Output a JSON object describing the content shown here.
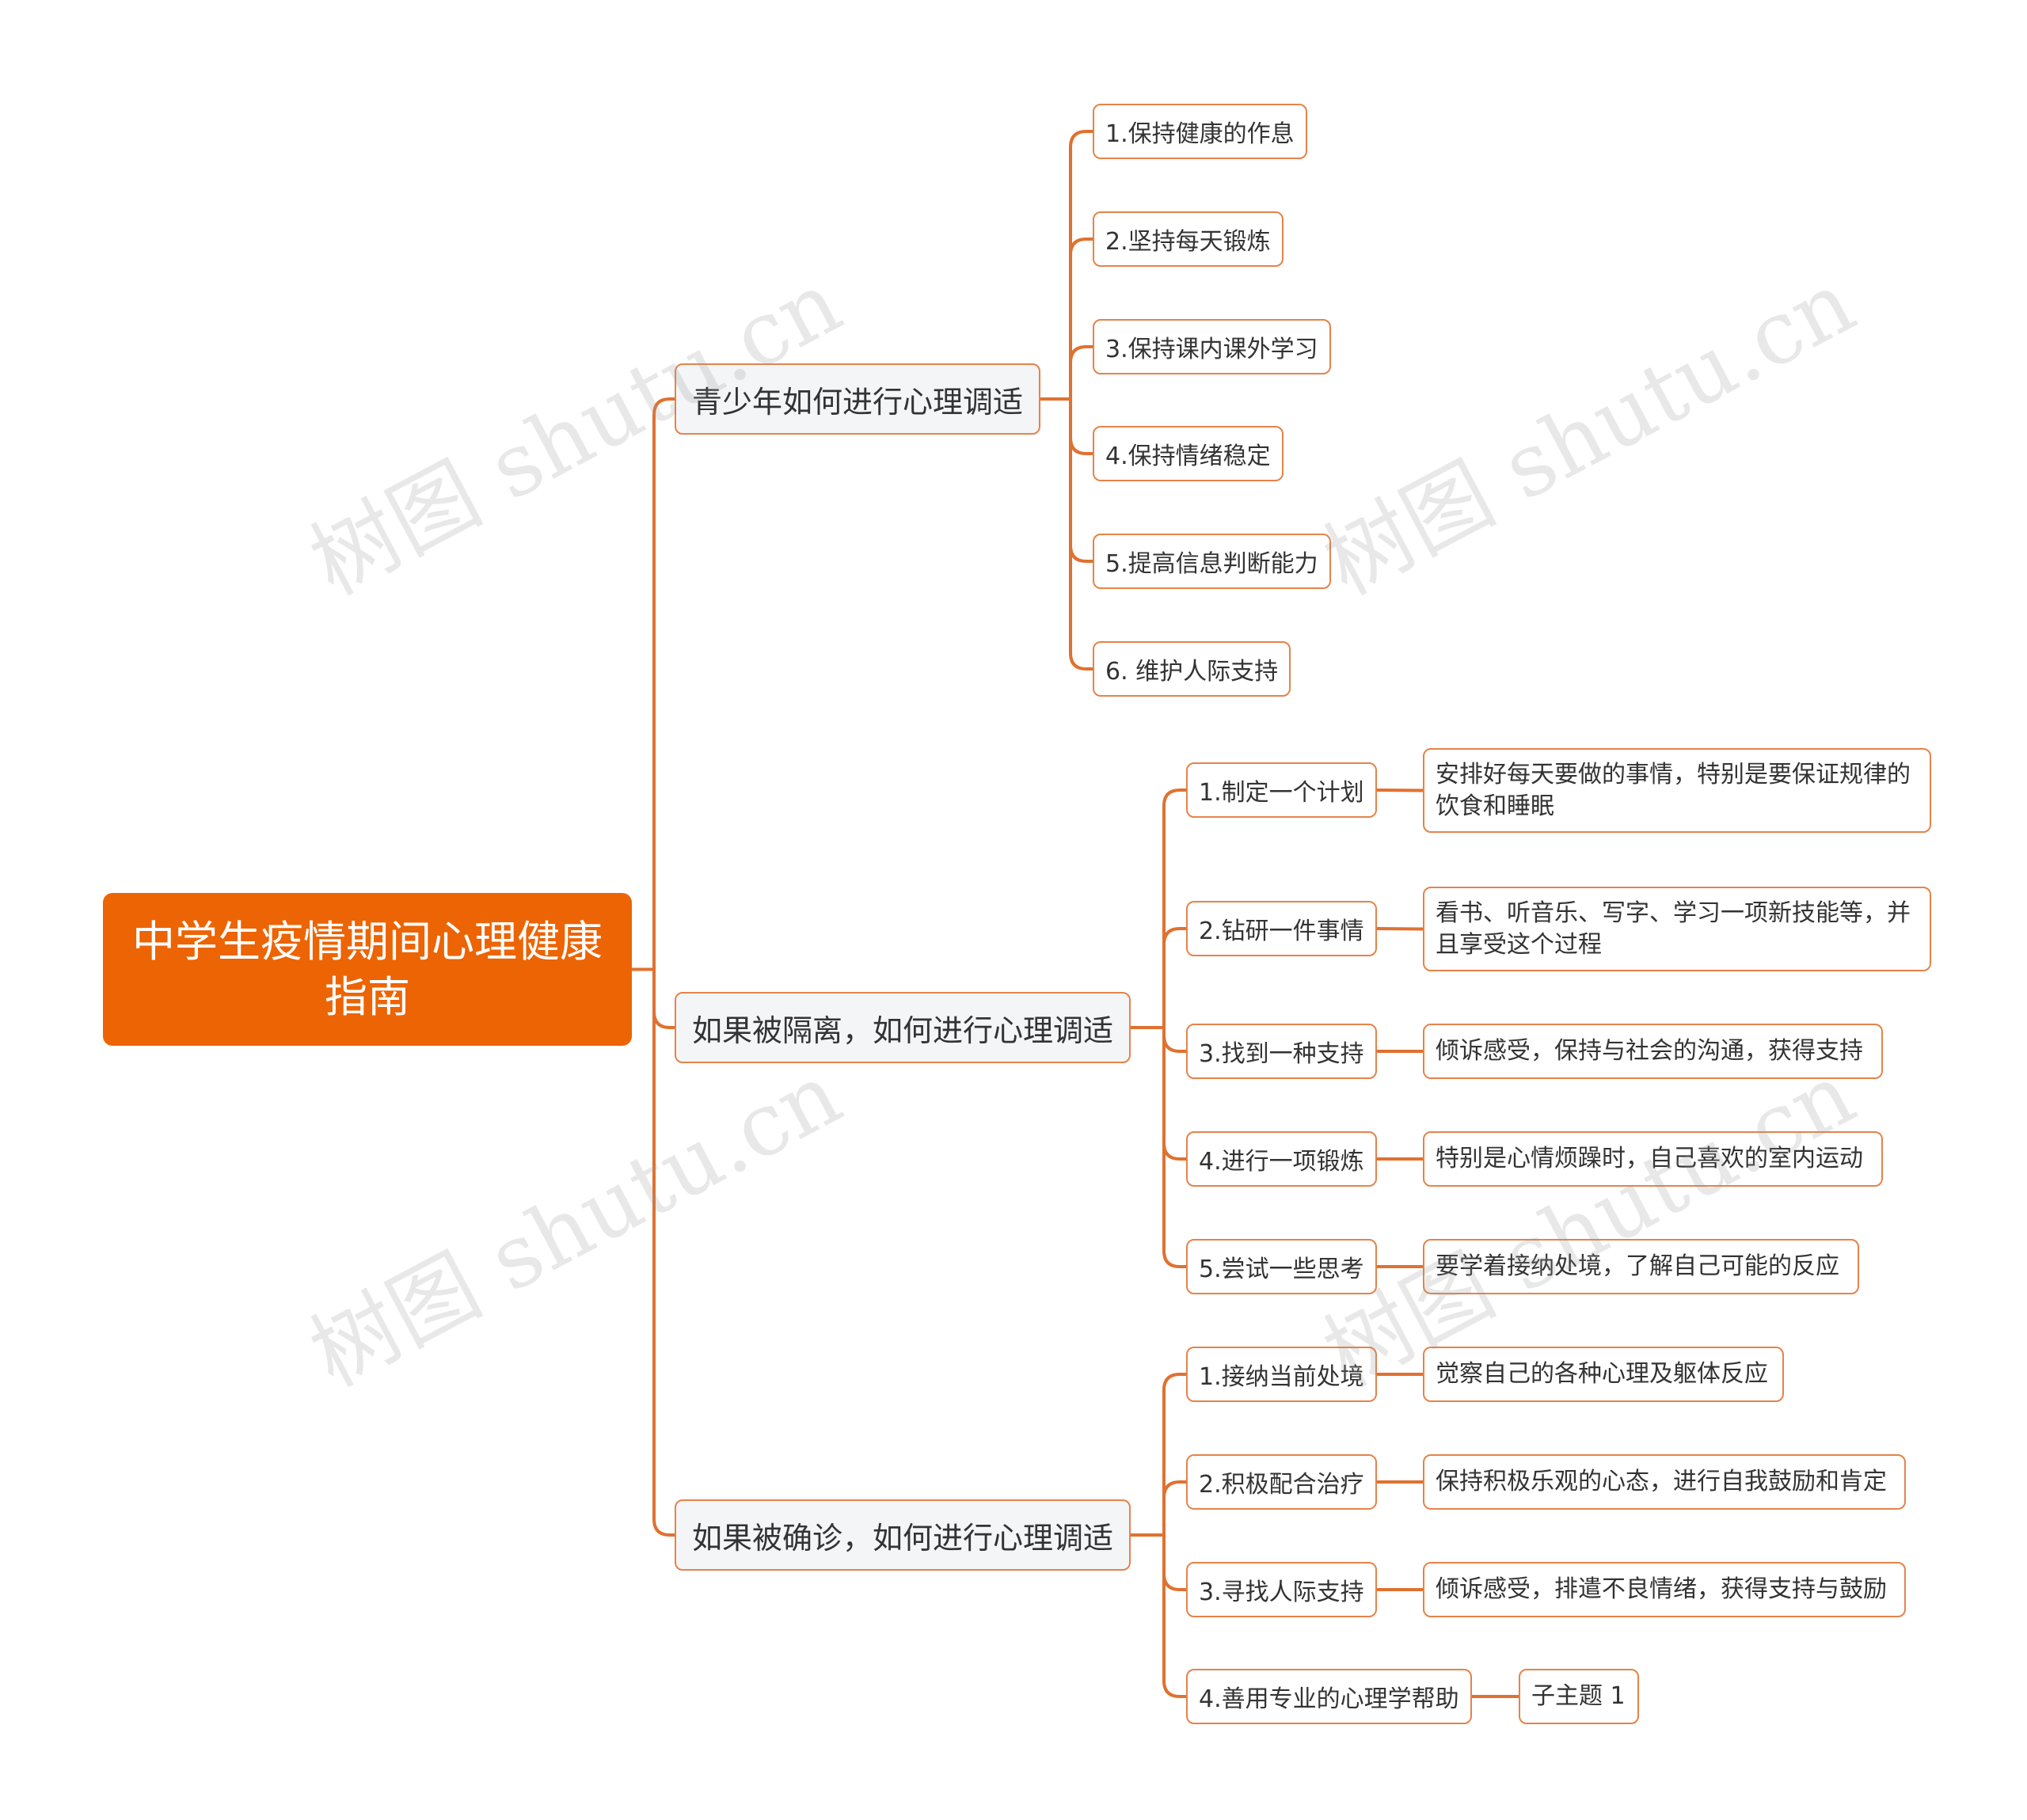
{
  "title": "中学生疫情期间心理健康指南",
  "accent_color": "#ec6404",
  "line_color": "#e07130",
  "branches": [
    {
      "label": "青少年如何进行心理调适",
      "items": [
        {
          "label": "1.保持健康的作息"
        },
        {
          "label": "2.坚持每天锻炼"
        },
        {
          "label": "3.保持课内课外学习"
        },
        {
          "label": "4.保持情绪稳定"
        },
        {
          "label": "5.提高信息判断能力"
        },
        {
          "label": "6. 维护人际支持"
        }
      ]
    },
    {
      "label": "如果被隔离，如何进行心理调适",
      "items": [
        {
          "label": "1.制定一个计划",
          "detail": "安排好每天要做的事情，特别是要保证规律的饮食和睡眠"
        },
        {
          "label": "2.钻研一件事情",
          "detail": "看书、听音乐、写字、学习一项新技能等，并且享受这个过程"
        },
        {
          "label": "3.找到一种支持",
          "detail": "倾诉感受，保持与社会的沟通，获得支持"
        },
        {
          "label": "4.进行一项锻炼",
          "detail": "特别是心情烦躁时，自己喜欢的室内运动"
        },
        {
          "label": "5.尝试一些思考",
          "detail": "要学着接纳处境，了解自己可能的反应"
        }
      ]
    },
    {
      "label": "如果被确诊，如何进行心理调适",
      "items": [
        {
          "label": "1.接纳当前处境",
          "detail": "觉察自己的各种心理及躯体反应"
        },
        {
          "label": "2.积极配合治疗",
          "detail": "保持积极乐观的心态，进行自我鼓励和肯定"
        },
        {
          "label": "3.寻找人际支持",
          "detail": "倾诉感受，排遣不良情绪，获得支持与鼓励"
        },
        {
          "label": "4.善用专业的心理学帮助",
          "detail": "子主题 1"
        }
      ]
    }
  ],
  "watermark": "树图 shutu.cn"
}
